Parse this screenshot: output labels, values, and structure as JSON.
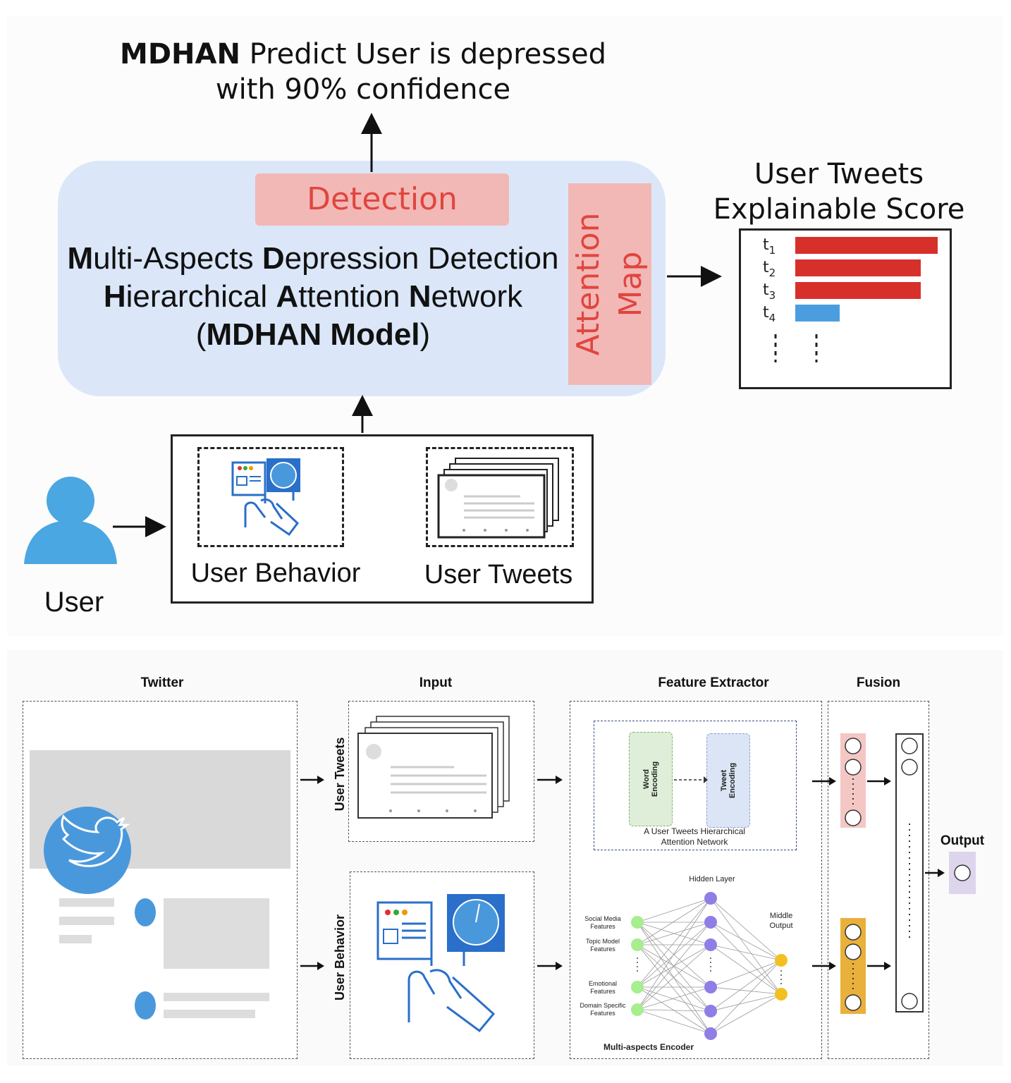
{
  "top": {
    "prediction": {
      "bold": "MDHAN",
      "line1_rest": " Predict User is depressed",
      "line2": "with 90% confidence"
    },
    "detection_label": "Detection",
    "attention_map_label": "Attention Map",
    "model": {
      "line1_parts": [
        "M",
        "ulti-Aspects ",
        "D",
        "epression Detection"
      ],
      "line2_parts": [
        "H",
        "ierarchical ",
        "A",
        "ttention ",
        "N",
        "etwork"
      ],
      "line3_open": "(",
      "line3_bold": "MDHAN Model",
      "line3_close": ")"
    },
    "scores": {
      "title_line1": "User Tweets",
      "title_line2": "Explainable Score",
      "items": [
        {
          "label": "t",
          "sub": "1",
          "value": 1.0,
          "color": "#d7302b"
        },
        {
          "label": "t",
          "sub": "2",
          "value": 0.88,
          "color": "#d7302b"
        },
        {
          "label": "t",
          "sub": "3",
          "value": 0.88,
          "color": "#d7302b"
        },
        {
          "label": "t",
          "sub": "4",
          "value": 0.31,
          "color": "#4a9ee0"
        }
      ]
    },
    "user_label": "User",
    "input_labels": {
      "behavior": "User Behavior",
      "tweets": "User Tweets"
    }
  },
  "bottom": {
    "sections": {
      "twitter": "Twitter",
      "input": "Input",
      "feature_extractor": "Feature Extractor",
      "fusion": "Fusion"
    },
    "input_labels": {
      "tweets": "User Tweets",
      "behavior": "User Behavior"
    },
    "han": {
      "word_encoding": "Word Encoding",
      "tweet_encoding": "Tweet Encoding",
      "caption_line1": "A User Tweets Hierarchical",
      "caption_line2": "Attention Network"
    },
    "encoder": {
      "hidden_layer": "Hidden Layer",
      "middle_output_line1": "Middle",
      "middle_output_line2": "Output",
      "inputs": [
        {
          "line1": "Social Media",
          "line2": "Features"
        },
        {
          "line1": "Topic Model",
          "line2": "Features"
        },
        {
          "line1": "Emotional",
          "line2": "Features"
        },
        {
          "line1": "Domain Specific",
          "line2": "Features"
        }
      ],
      "caption": "Multi-aspects Encoder"
    },
    "output_label": "Output",
    "colors": {
      "twitter_blue": "#4a98dc",
      "pink_vector": "#f4c7c5",
      "orange_vector": "#eab03c",
      "green_node": "#a6ee8e",
      "purple_node": "#8f7ee6",
      "yellow_node": "#f3c022",
      "output_box": "#dcd5ec"
    }
  }
}
